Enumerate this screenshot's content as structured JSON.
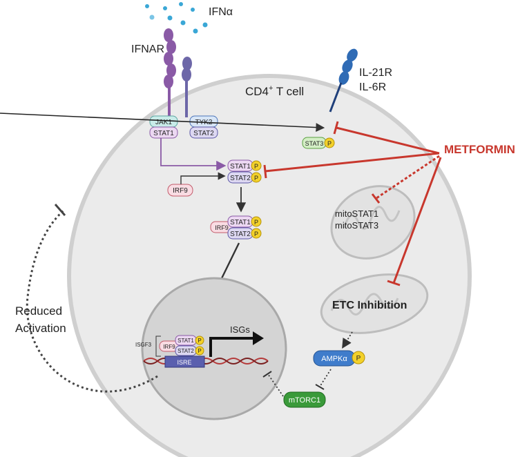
{
  "ligands": {
    "ifna": "IFNα"
  },
  "receptors": {
    "ifnar": "IFNAR",
    "il_line1": "IL-21R",
    "il_line2": "IL-6R"
  },
  "cell": {
    "label": "CD4",
    "superscript": "+",
    "suffix": " T cell"
  },
  "kinases": {
    "jak1": "JAK1",
    "stat1": "STAT1",
    "tyk2": "TYK2",
    "stat2": "STAT2"
  },
  "stat3": {
    "label": "STAT3",
    "phospho": "P"
  },
  "dimer": {
    "stat1": "STAT1",
    "stat2": "STAT2",
    "phospho": "P"
  },
  "irf9": "IRF9",
  "complex": {
    "irf9": "IRF9",
    "stat1": "STAT1",
    "stat2": "STAT2",
    "phospho": "P"
  },
  "drug": "METFORMIN",
  "mito": {
    "line1": "mitoSTAT1",
    "line2": "mitoSTAT3"
  },
  "etc": "ETC Inhibition",
  "ampk": {
    "label": "AMPKα",
    "phospho": "P"
  },
  "mtorc1": "mTORC1",
  "nucleus": {
    "isgf3": "ISGF3",
    "irf9": "IRF9",
    "stat1": "STAT1",
    "stat2": "STAT2",
    "phospho": "P",
    "isre": "ISRE",
    "isgs": "ISGs"
  },
  "feedback": {
    "line1": "Reduced",
    "line2": "Activation"
  },
  "colors": {
    "cell_fill": "#ebebeb",
    "nucleus_fill": "#d4d4d4",
    "receptor_purple": "#8a5aa6",
    "receptor_blue": "#2f6bb5",
    "inhibit_red": "#c8372d",
    "phospho_yellow": "#f3d12a",
    "mtorc1_green": "#3a9a3a",
    "ampk_blue": "#3f7ccb",
    "isre_blue": "#5a5fae"
  }
}
